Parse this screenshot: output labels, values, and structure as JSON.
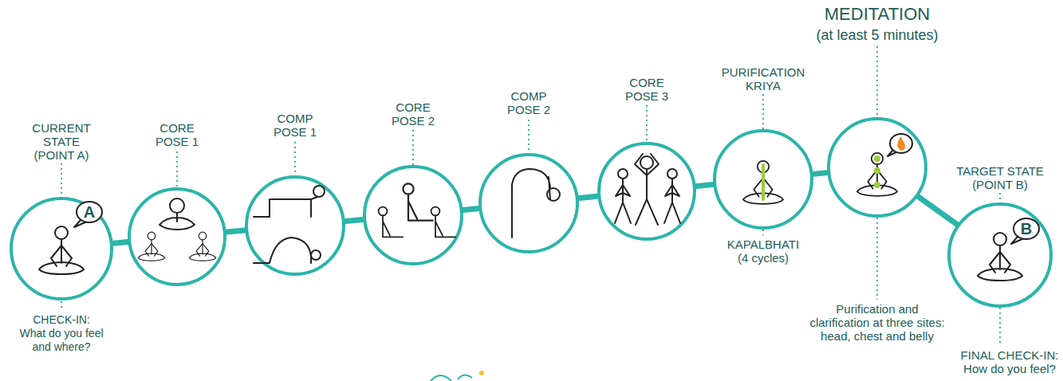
{
  "diagram": {
    "nodes": [
      {
        "text": [
          "CURRENT STATE (POINT A)",
          "A",
          "CHECK-IN: What do you feel and where?"
        ]
      },
      {
        "text": [
          "CORE POSE 1"
        ]
      },
      {
        "text": [
          "COMP POSE 1"
        ]
      },
      {
        "text": [
          "CORE POSE 2"
        ]
      },
      {
        "text": [
          "COMP POSE 2"
        ]
      },
      {
        "text": [
          "CORE POSE 3"
        ]
      },
      {
        "text": [
          "PURIFICATION KRIYA",
          "KAPALBHATI (4 cycles)"
        ]
      },
      {
        "text": [
          "MEDITATION",
          "(at least 5 minutes)",
          "Purification and clarification at three sites: head, chest and belly"
        ]
      },
      {
        "text": [
          "TARGET STATE (POINT B)",
          "B",
          "FINAL CHECK-IN: How do you feel?"
        ]
      }
    ],
    "edges": [
      {
        "from": 0,
        "to": 1,
        "arrow": "none"
      },
      {
        "from": 1,
        "to": 2,
        "arrow": "none"
      },
      {
        "from": 2,
        "to": 3,
        "arrow": "none"
      },
      {
        "from": 3,
        "to": 4,
        "arrow": "none"
      },
      {
        "from": 4,
        "to": 5,
        "arrow": "none"
      },
      {
        "from": 5,
        "to": 6,
        "arrow": "none"
      },
      {
        "from": 6,
        "to": 7,
        "arrow": "none"
      },
      {
        "from": 7,
        "to": 8,
        "arrow": "none"
      }
    ]
  }
}
